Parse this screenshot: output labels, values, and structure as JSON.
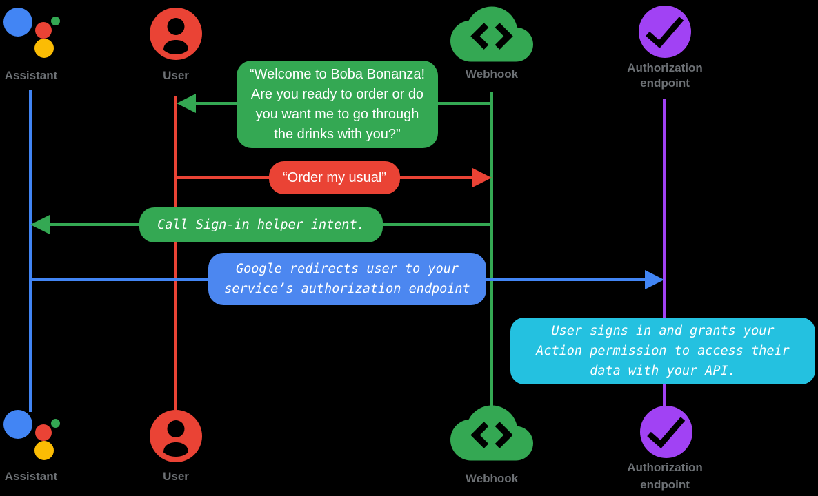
{
  "colors": {
    "background": "#000000",
    "green": "#34a853",
    "red": "#ea4335",
    "blue": "#4285f4",
    "blue-box": "#4c87f0",
    "cyan": "#24c1e0",
    "purple": "#a142f4",
    "yellow": "#fbbc04",
    "label-gray": "#6d7175",
    "white": "#ffffff"
  },
  "actors": {
    "assistant": {
      "label": "Assistant",
      "icon": "google-assistant-logo",
      "lifeline_color": "#4285f4"
    },
    "user": {
      "label": "User",
      "icon": "person-icon",
      "lifeline_color": "#ea4335"
    },
    "webhook": {
      "label": "Webhook",
      "icon": "code-cloud-icon",
      "lifeline_color": "#34a853"
    },
    "authorization": {
      "label": "Authorization\nendpoint",
      "icon": "check-circle-icon",
      "lifeline_color": "#a142f4"
    }
  },
  "messages": {
    "welcome": {
      "from": "Webhook",
      "to": "User",
      "color": "#34a853",
      "text": "“Welcome to Boba Bonanza!\nAre you ready to order or do\nyou want me to go through\nthe drinks with you?”"
    },
    "order": {
      "from": "User",
      "to": "Webhook",
      "color": "#ea4335",
      "text": "“Order my usual”"
    },
    "signin": {
      "from": "Webhook",
      "to": "Assistant",
      "color": "#34a853",
      "text": "Call Sign-in helper intent."
    },
    "redirect": {
      "from": "Assistant",
      "to": "Authorization endpoint",
      "color": "#4c87f0",
      "text": "Google redirects user to your\nservice’s authorization endpoint"
    },
    "note": {
      "at": "Authorization endpoint",
      "color": "#24c1e0",
      "text": "User signs in and grants your\nAction permission to access their\ndata with your API."
    }
  }
}
